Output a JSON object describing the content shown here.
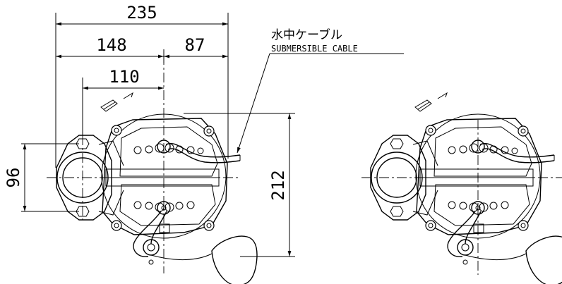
{
  "dimensions": {
    "overall_width": "235",
    "left_half": "148",
    "right_half": "87",
    "inner_width": "110",
    "height_left": "96",
    "height_right": "212"
  },
  "labels": {
    "cable_jp": "水中ケーブル",
    "cable_en": "SUBMERSIBLE CABLE"
  }
}
